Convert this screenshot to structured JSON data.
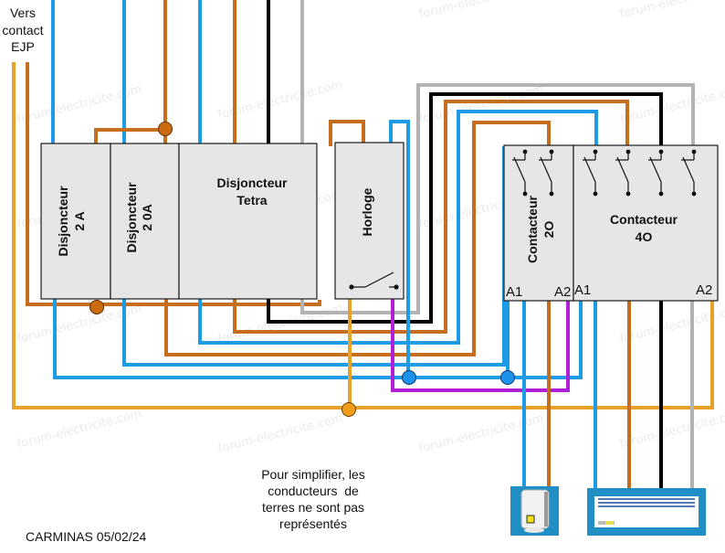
{
  "title_note": {
    "vers_contact_ejp": [
      "Vers",
      "contact",
      "EJP"
    ]
  },
  "colors": {
    "blue": "#1e9be6",
    "brown": "#c46e1e",
    "orange": "#e8a22a",
    "black": "#000000",
    "grey": "#b3b3b3",
    "purple": "#b01fd6",
    "node_brown": "#cc6a10",
    "node_orange": "#f29d1a",
    "node_blue": "#1e90ee",
    "box_fill": "#e6e6e6"
  },
  "components": {
    "disj_2a": {
      "line1": "Disjoncteur",
      "line2": "2 A"
    },
    "disj_20a": {
      "line1": "Disjoncteur",
      "line2": "2 0A"
    },
    "disj_tetra": {
      "line1": "Disjoncteur",
      "line2": "Tetra"
    },
    "horloge": {
      "label": "Horloge"
    },
    "contacteur_2o": {
      "line1": "Contacteur",
      "line2": "2O",
      "a1": "A1",
      "a2": "A2"
    },
    "contacteur_4o": {
      "line1": "Contacteur",
      "line2": "4O",
      "a1": "A1",
      "a2": "A2"
    },
    "chauffe_eau": {
      "icon": "water-heater-icon"
    },
    "radiateur": {
      "icon": "radiator-icon"
    }
  },
  "notes": {
    "earth_note": [
      "Pour simplifier, les",
      "conducteurs  de",
      "terres ne sont pas",
      "représentés"
    ],
    "author": "CARMINAS 05/02/24"
  },
  "watermark": "forum-electricite.com"
}
